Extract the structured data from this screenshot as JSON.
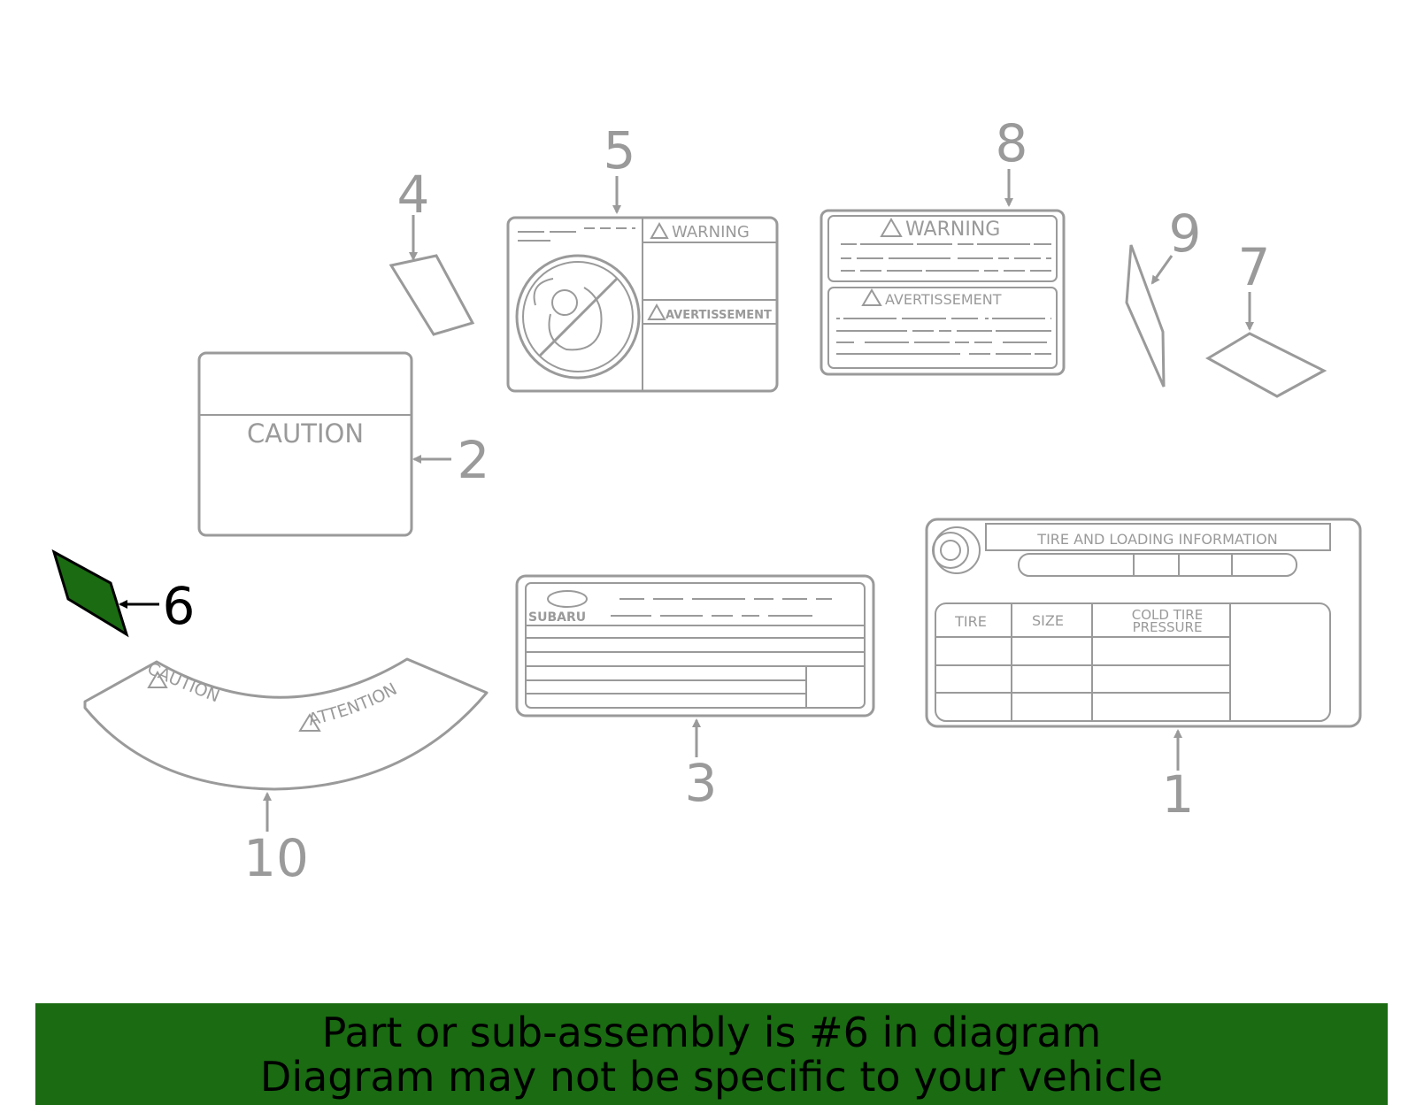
{
  "colors": {
    "highlight": "#1a6b12",
    "outline": "#9a9a9a",
    "banner": "#1a6b12"
  },
  "callouts": {
    "c1": "1",
    "c2": "2",
    "c3": "3",
    "c4": "4",
    "c5": "5",
    "c6": "6",
    "c7": "7",
    "c8": "8",
    "c9": "9",
    "c10": "10"
  },
  "labels": {
    "caution_label": "CAUTION",
    "warning_5": "WARNING",
    "avert_5": "AVERTISSEMENT",
    "warning_8": "WARNING",
    "avert_8": "AVERTISSEMENT",
    "tire_title": "TIRE  AND  LOADING  INFORMATION",
    "tire_col": "TIRE",
    "size_col": "SIZE",
    "cold_tire_1": "COLD  TIRE",
    "cold_tire_2": "PRESSURE",
    "subaru": "SUBARU",
    "arc_caution": "CAUTION",
    "arc_attention": "ATTENTION"
  },
  "banner": {
    "line1": "Part or sub-assembly is #6 in diagram",
    "line2": "Diagram may not be specific to your vehicle"
  }
}
